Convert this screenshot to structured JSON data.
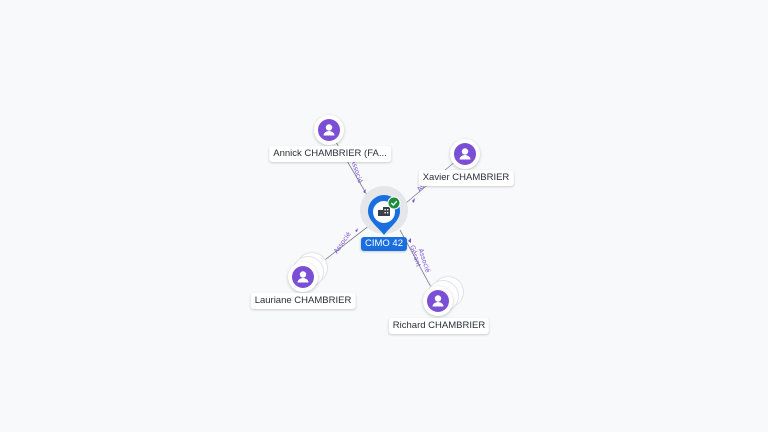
{
  "center": {
    "label": "CIMO 42",
    "icon": "company-building-icon",
    "status_icon": "check-badge-icon",
    "pin_color": "#1a6fe0",
    "status_color": "#1e8e3e"
  },
  "people": [
    {
      "id": "annick",
      "label": "Annick CHAMBRIER (FA...",
      "icon": "person-icon",
      "role": "Associé",
      "stacked": false
    },
    {
      "id": "xavier",
      "label": "Xavier CHAMBRIER",
      "icon": "person-icon",
      "role": "Associé",
      "stacked": false
    },
    {
      "id": "lauriane",
      "label": "Lauriane CHAMBRIER",
      "icon": "person-icon",
      "role": "Associé",
      "stacked": true
    },
    {
      "id": "richard",
      "label": "Richard CHAMBRIER",
      "icon": "person-icon",
      "role": "Gérant\nAssocié",
      "stacked": true
    }
  ],
  "colors": {
    "person": "#7a4fd6",
    "edge_label": "#7a4fd6"
  }
}
